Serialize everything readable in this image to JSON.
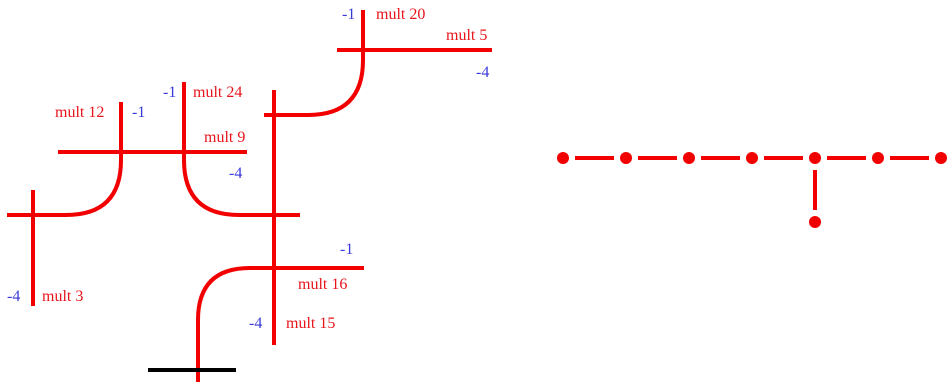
{
  "colors": {
    "curve": "#f20000",
    "multiplicity_text": "#e8141b",
    "self_intersection_text": "#3a3ad8",
    "ground_line": "#000000"
  },
  "curve_labels": {
    "c20": {
      "mult": "mult 20",
      "self": "-1"
    },
    "c5": {
      "mult": "mult 5",
      "self": "-4"
    },
    "c24": {
      "mult": "mult 24",
      "self": "-1"
    },
    "c9": {
      "mult": "mult 9",
      "self": "-4"
    },
    "c12": {
      "mult": "mult 12",
      "self": "-1"
    },
    "c3": {
      "mult": "mult 3",
      "self": "-4"
    },
    "c16": {
      "mult": "mult 16",
      "self": "-1"
    },
    "c15": {
      "mult": "mult 15",
      "self": "-4"
    }
  },
  "dual_graph": {
    "chain_node_count": 7,
    "branch_from_node": 5,
    "branch_node_count": 1
  }
}
